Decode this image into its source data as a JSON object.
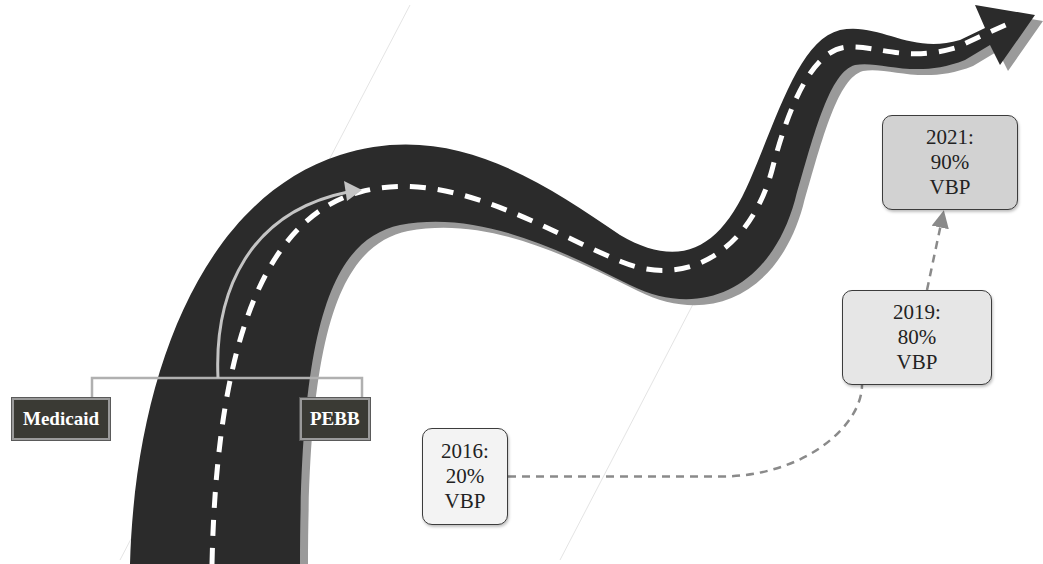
{
  "diagram": {
    "nodes": [
      {
        "text": [
          "Medicaid"
        ]
      },
      {
        "text": [
          "PEBB"
        ]
      },
      {
        "text": [
          "2016: 20% VBP"
        ]
      },
      {
        "text": [
          "2019: 80% VBP"
        ]
      },
      {
        "text": [
          "2021: 90% VBP"
        ]
      }
    ],
    "edges": [
      {
        "from": 2,
        "to": 3,
        "arrow": "none"
      },
      {
        "from": 3,
        "to": 4,
        "arrow": "to"
      }
    ]
  }
}
